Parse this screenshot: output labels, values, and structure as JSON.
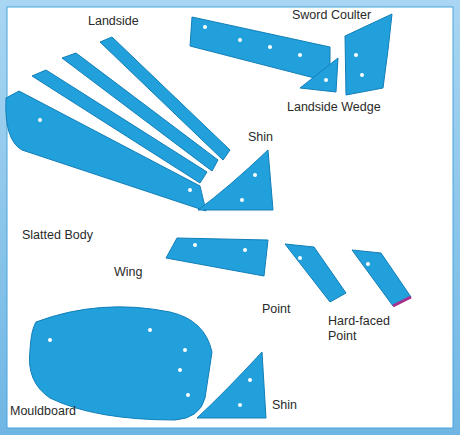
{
  "diagram": {
    "labels": [
      "Landside",
      "Sword Coulter",
      "Landside Wedge",
      "Shin",
      "Slatted Body",
      "Wing",
      "Point",
      "Hard-faced Point",
      "Mouldboard",
      "Shin"
    ]
  }
}
